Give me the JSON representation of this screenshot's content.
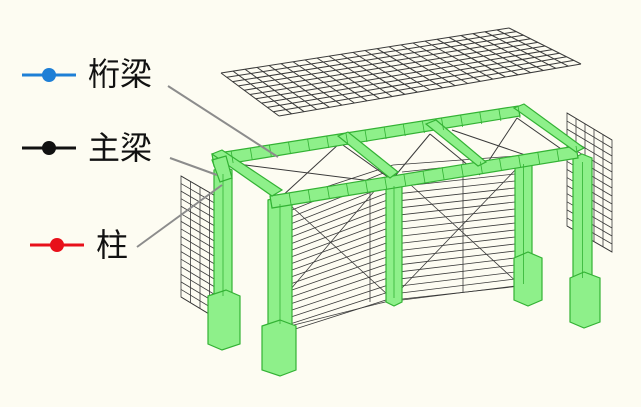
{
  "legend": {
    "items": [
      {
        "key": "keta",
        "label": "桁梁",
        "color": "#1e7fd6"
      },
      {
        "key": "main",
        "label": "主梁",
        "color": "#111111"
      },
      {
        "key": "column",
        "label": "柱",
        "color": "#e8101a"
      }
    ]
  },
  "colors": {
    "member_fill": "#8ef08a",
    "member_stroke": "#33b234",
    "wire": "#3a3a3a",
    "leader": "#8c8c8c",
    "background": "#fdfcf2"
  }
}
